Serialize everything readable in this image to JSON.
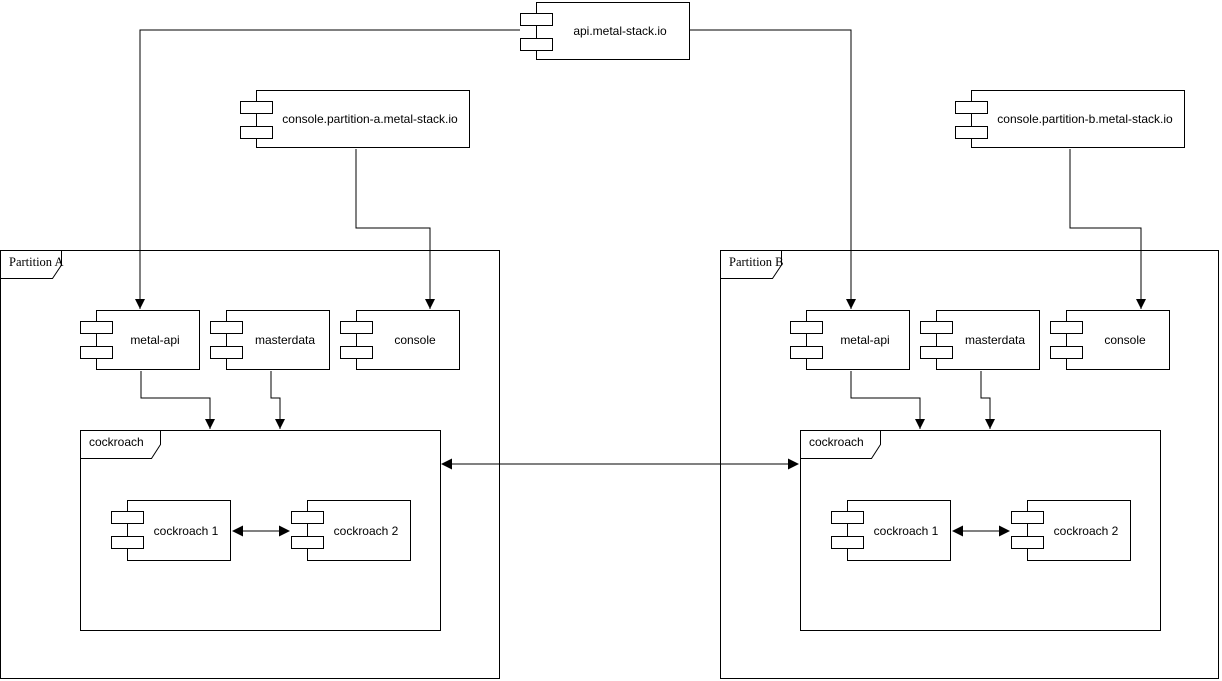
{
  "colors": {
    "stroke": "#000000",
    "fill": "#ffffff",
    "background": "#ffffff"
  },
  "top_nodes": {
    "api": {
      "label": "api.metal-stack.io"
    },
    "console_partition_a": {
      "label": "console.partition-a.metal-stack.io"
    },
    "console_partition_b": {
      "label": "console.partition-b.metal-stack.io"
    }
  },
  "partition_a": {
    "label": "Partition A",
    "components": {
      "metal_api": "metal-api",
      "masterdata": "masterdata",
      "console": "console"
    },
    "cockroach": {
      "label": "cockroach",
      "members": {
        "one": "cockroach 1",
        "two": "cockroach 2"
      }
    }
  },
  "partition_b": {
    "label": "Partition B",
    "components": {
      "metal_api": "metal-api",
      "masterdata": "masterdata",
      "console": "console"
    },
    "cockroach": {
      "label": "cockroach",
      "members": {
        "one": "cockroach 1",
        "two": "cockroach 2"
      }
    }
  },
  "edges": [
    {
      "from": "api.metal-stack.io",
      "to": "Partition A / metal-api",
      "style": "arrow"
    },
    {
      "from": "api.metal-stack.io",
      "to": "Partition B / metal-api",
      "style": "arrow"
    },
    {
      "from": "console.partition-a.metal-stack.io",
      "to": "Partition A / console",
      "style": "arrow"
    },
    {
      "from": "console.partition-b.metal-stack.io",
      "to": "Partition B / console",
      "style": "arrow"
    },
    {
      "from": "Partition A / metal-api",
      "to": "Partition A / cockroach",
      "style": "arrow"
    },
    {
      "from": "Partition A / masterdata",
      "to": "Partition A / cockroach",
      "style": "arrow"
    },
    {
      "from": "Partition B / metal-api",
      "to": "Partition B / cockroach",
      "style": "arrow"
    },
    {
      "from": "Partition B / masterdata",
      "to": "Partition B / cockroach",
      "style": "arrow"
    },
    {
      "from": "Partition A / cockroach",
      "to": "Partition B / cockroach",
      "style": "double-arrow"
    },
    {
      "from": "Partition A / cockroach 1",
      "to": "Partition A / cockroach 2",
      "style": "double-arrow"
    },
    {
      "from": "Partition B / cockroach 1",
      "to": "Partition B / cockroach 2",
      "style": "double-arrow"
    }
  ]
}
